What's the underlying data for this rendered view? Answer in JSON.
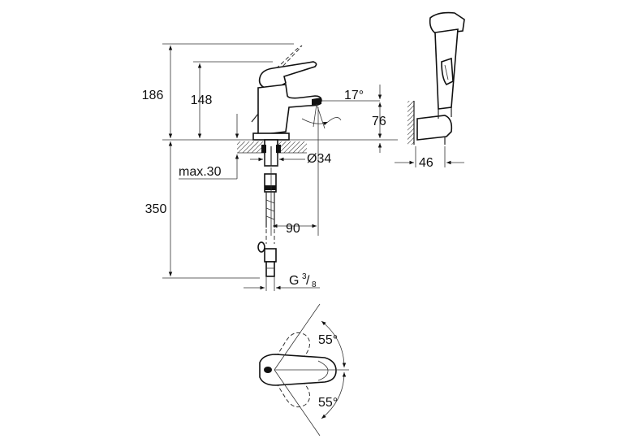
{
  "dimensions": {
    "height_total": "186",
    "height_spout": "148",
    "angle_spout": "17°",
    "height_outlet": "76",
    "hole_diameter": "Ø34",
    "max_thickness": "max.30",
    "hose_length": "350",
    "reach": "90",
    "connection_prefix": "G",
    "connection_num": "3",
    "connection_den": "8",
    "shower_width": "46",
    "rotation_top": "55°",
    "rotation_bottom": "55°"
  }
}
